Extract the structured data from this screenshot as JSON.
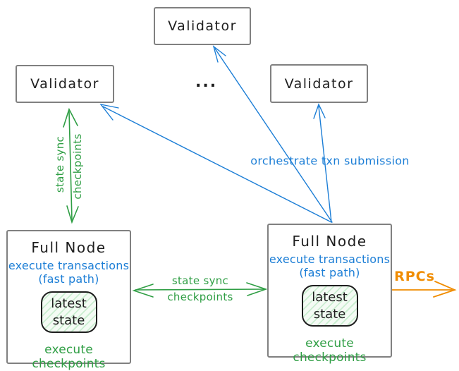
{
  "colors": {
    "blue": "#1c7ed6",
    "green": "#2f9e44",
    "orange": "#f08c00",
    "box_border": "#808080",
    "text_black": "#1e1e1e",
    "state_hatch_green": "#40c057"
  },
  "validators": {
    "top": "Validator",
    "left": "Validator",
    "right": "Validator",
    "ellipsis": "..."
  },
  "full_node_left": {
    "title": "Full Node",
    "exec_txn": "execute transactions",
    "fast_path": "(fast path)",
    "state": [
      "latest",
      "state"
    ],
    "exec_ckpt": "execute checkpoints"
  },
  "full_node_right": {
    "title": "Full Node",
    "exec_txn": "execute transactions",
    "fast_path": "(fast path)",
    "state": [
      "latest",
      "state"
    ],
    "exec_ckpt": "execute checkpoints"
  },
  "edges": {
    "vertical_state_sync": {
      "line1": "state sync",
      "line2": "checkpoints"
    },
    "horizontal_state_sync": {
      "line1": "state sync",
      "line2": "checkpoints"
    },
    "orchestrate": "orchestrate txn submission",
    "rpcs": "RPCs"
  }
}
